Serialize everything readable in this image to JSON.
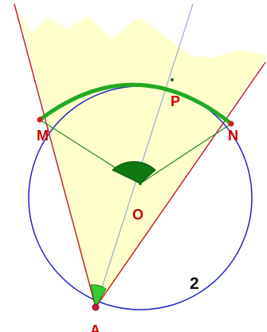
{
  "diagram": {
    "points": {
      "M": "M",
      "N": "N",
      "O": "O",
      "P": "P",
      "A": "A"
    },
    "number_label": "2",
    "colors": {
      "circle": "#2222cc",
      "chords": "#cc2222",
      "radii": "#228822",
      "arc": "#22aa22",
      "angle_fill": "#117711",
      "angle_fill_small": "#33cc33",
      "sector_fill": "#ffffcc",
      "bisector": "#99aadd",
      "label_red": "#cc0000",
      "label_dark": "#111111"
    }
  }
}
